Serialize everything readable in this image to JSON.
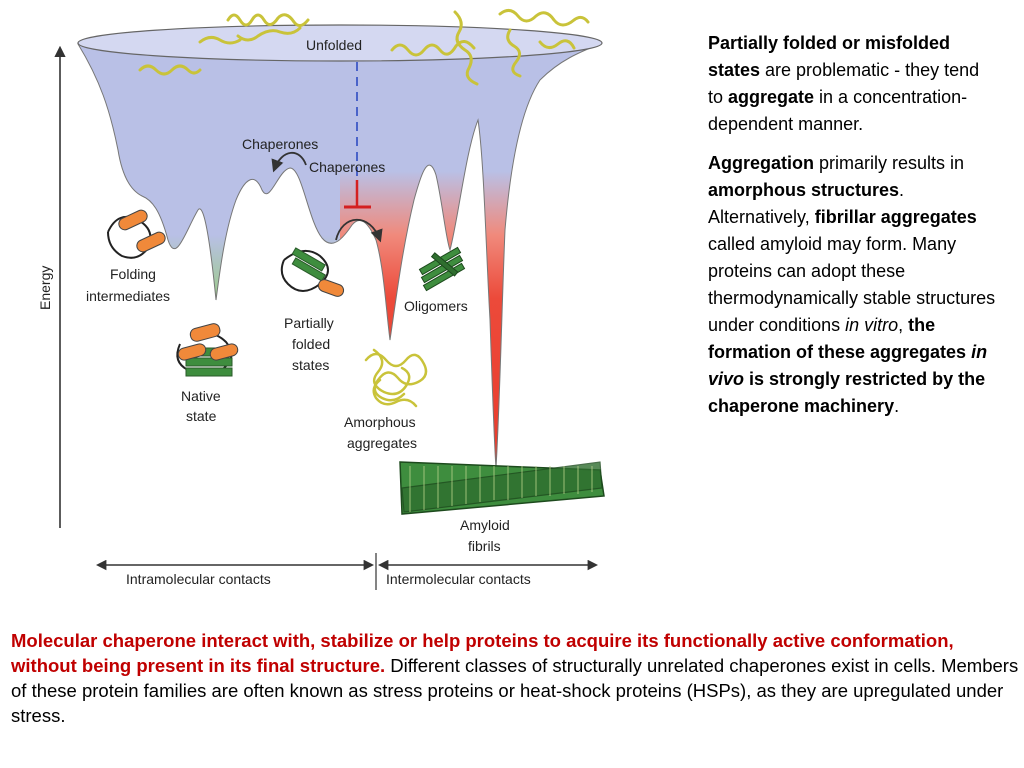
{
  "diagram": {
    "axis_label": "Energy",
    "labels": {
      "unfolded": "Unfolded",
      "chaperones_1": "Chaperones",
      "chaperones_2": "Chaperones",
      "folding_1": "Folding",
      "folding_2": "intermediates",
      "partially_1": "Partially",
      "partially_2": "folded",
      "partially_3": "states",
      "oligomers": "Oligomers",
      "native_1": "Native",
      "native_2": "state",
      "amorphous_1": "Amorphous",
      "amorphous_2": "aggregates",
      "amyloid_1": "Amyloid",
      "amyloid_2": "fibrils",
      "intramolecular": "Intramolecular contacts",
      "intermolecular": "Intermolecular contacts"
    },
    "colors": {
      "funnel_top": "#b9c0e6",
      "funnel_green": "#8ad24e",
      "funnel_red": "#ec4a3a",
      "inhibit": "#d42020"
    }
  },
  "side_text": {
    "p1_b1": "Partially folded or misfolded states",
    "p1_t1": " are problematic - they tend to ",
    "p1_b2": "aggregate",
    "p1_t2": " in a concentration-dependent manner.",
    "p2_b1": "Aggregation",
    "p2_t1": " primarily results in ",
    "p2_b2": "amorphous structures",
    "p2_t2": ". Alternatively, ",
    "p2_b3": "fibrillar aggregates",
    "p2_t3": " called amyloid may form. Many proteins can adopt these thermodynamically stable structures under conditions ",
    "p2_i1": "in vitro",
    "p2_t4": ", ",
    "p2_b4": "the formation of these aggregates ",
    "p2_bi": "in vivo",
    "p2_b5": " is strongly restricted by the chaperone machinery",
    "p2_t5": "."
  },
  "bottom_text": {
    "red": "Molecular chaperone interact with, stabilize or help proteins to acquire its functionally active conformation, without being present in its final structure.",
    "black": " Different classes of structurally unrelated chaperones exist in cells. Members of these protein families are often known as stress proteins or heat-shock proteins (HSPs), as they are upregulated under stress."
  }
}
